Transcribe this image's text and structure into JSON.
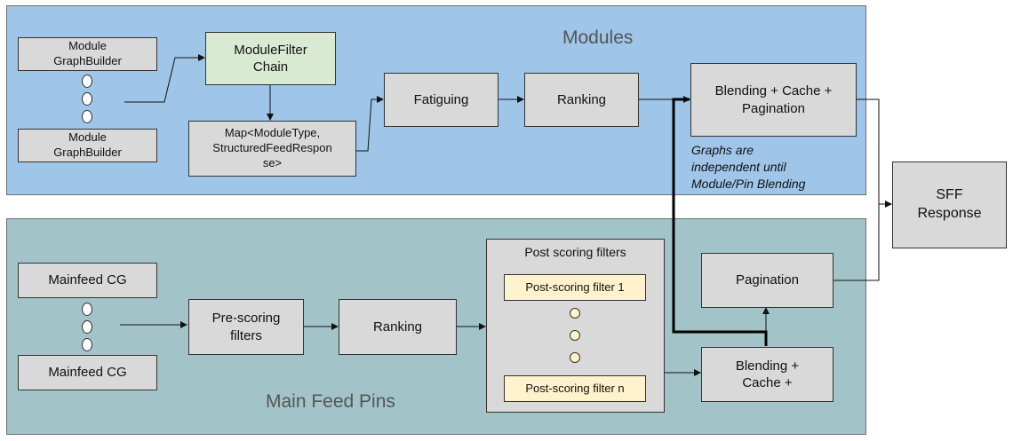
{
  "modules": {
    "title": "Modules",
    "builder_top": "Module\nGraphBuilder",
    "builder_bottom": "Module\nGraphBuilder",
    "filter_chain": "ModuleFilter\nChain",
    "map_box": "Map<ModuleType,\nStructuredFeedRespon\nse>",
    "fatiguing": "Fatiguing",
    "ranking": "Ranking",
    "blending": "Blending + Cache +\nPagination",
    "note": "Graphs are\nindependent until\nModule/Pin Blending"
  },
  "main_feed": {
    "title": "Main Feed Pins",
    "cg_top": "Mainfeed CG",
    "cg_bottom": "Mainfeed CG",
    "prescoring": "Pre-scoring\nfilters",
    "ranking": "Ranking",
    "post_title": "Post scoring filters",
    "post_filter_1": "Post-scoring filter 1",
    "post_filter_n": "Post-scoring filter n",
    "pagination": "Pagination",
    "blending": "Blending +\nCache +"
  },
  "output": {
    "sff": "SFF\nResponse"
  },
  "colors": {
    "modules_bg": "#9fc5e8",
    "main_feed_bg": "#a2c4c9",
    "box_gray": "#d9d9d9",
    "filter_green": "#d9ead3",
    "filter_yellow": "#fff2cc"
  }
}
